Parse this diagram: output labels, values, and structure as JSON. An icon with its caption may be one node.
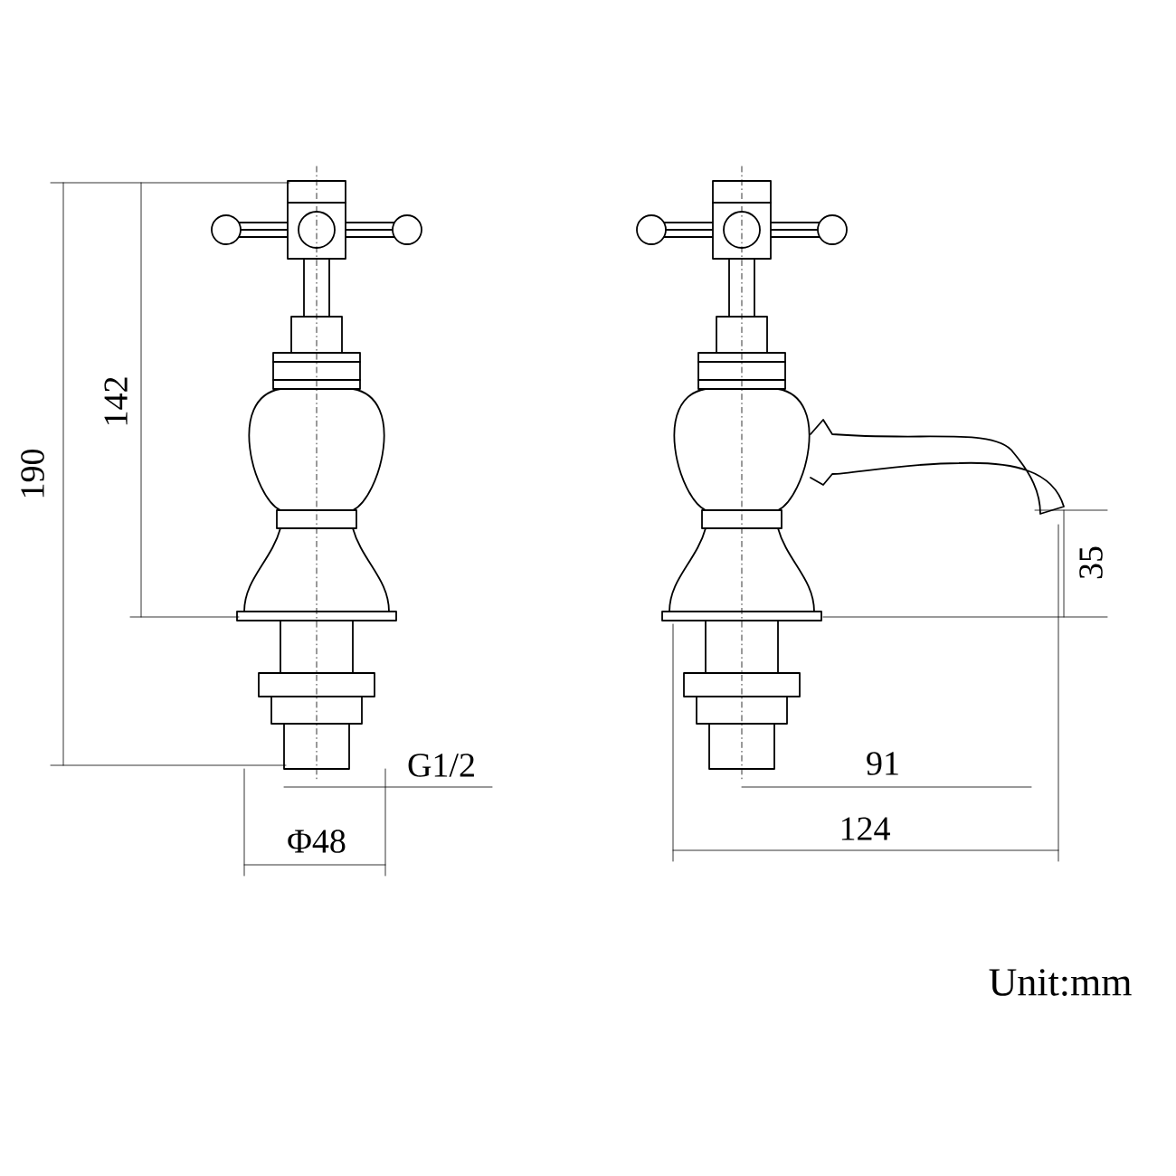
{
  "diagram": {
    "labels": [
      "190",
      "142",
      "G1/2",
      "Φ48",
      "91",
      "124",
      "35",
      "Unit:mm"
    ]
  }
}
